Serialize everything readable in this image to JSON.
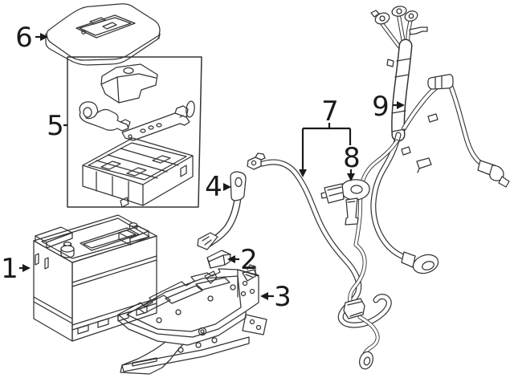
{
  "figure": {
    "type": "exploded-parts-line-diagram",
    "background_color": "#ffffff",
    "line_color": "#333333",
    "label_color": "#1a1a1a",
    "callouts": [
      {
        "label": "1",
        "part": "battery",
        "arrow": "right"
      },
      {
        "label": "2",
        "part": "retainer-clip",
        "arrow": "left"
      },
      {
        "label": "3",
        "part": "battery-tray",
        "arrow": "left"
      },
      {
        "label": "4",
        "part": "ground-strap",
        "arrow": "right"
      },
      {
        "label": "5",
        "part": "fuse-block-assembly",
        "arrow": "plain-line"
      },
      {
        "label": "6",
        "part": "fuse-block-cover",
        "arrow": "right"
      },
      {
        "label": "7",
        "part": "negative-battery-cable",
        "arrow": "down-bracket"
      },
      {
        "label": "8",
        "part": "battery-current-sensor",
        "arrow": "down"
      },
      {
        "label": "9",
        "part": "positive-battery-cable-harness",
        "arrow": "right"
      }
    ]
  }
}
